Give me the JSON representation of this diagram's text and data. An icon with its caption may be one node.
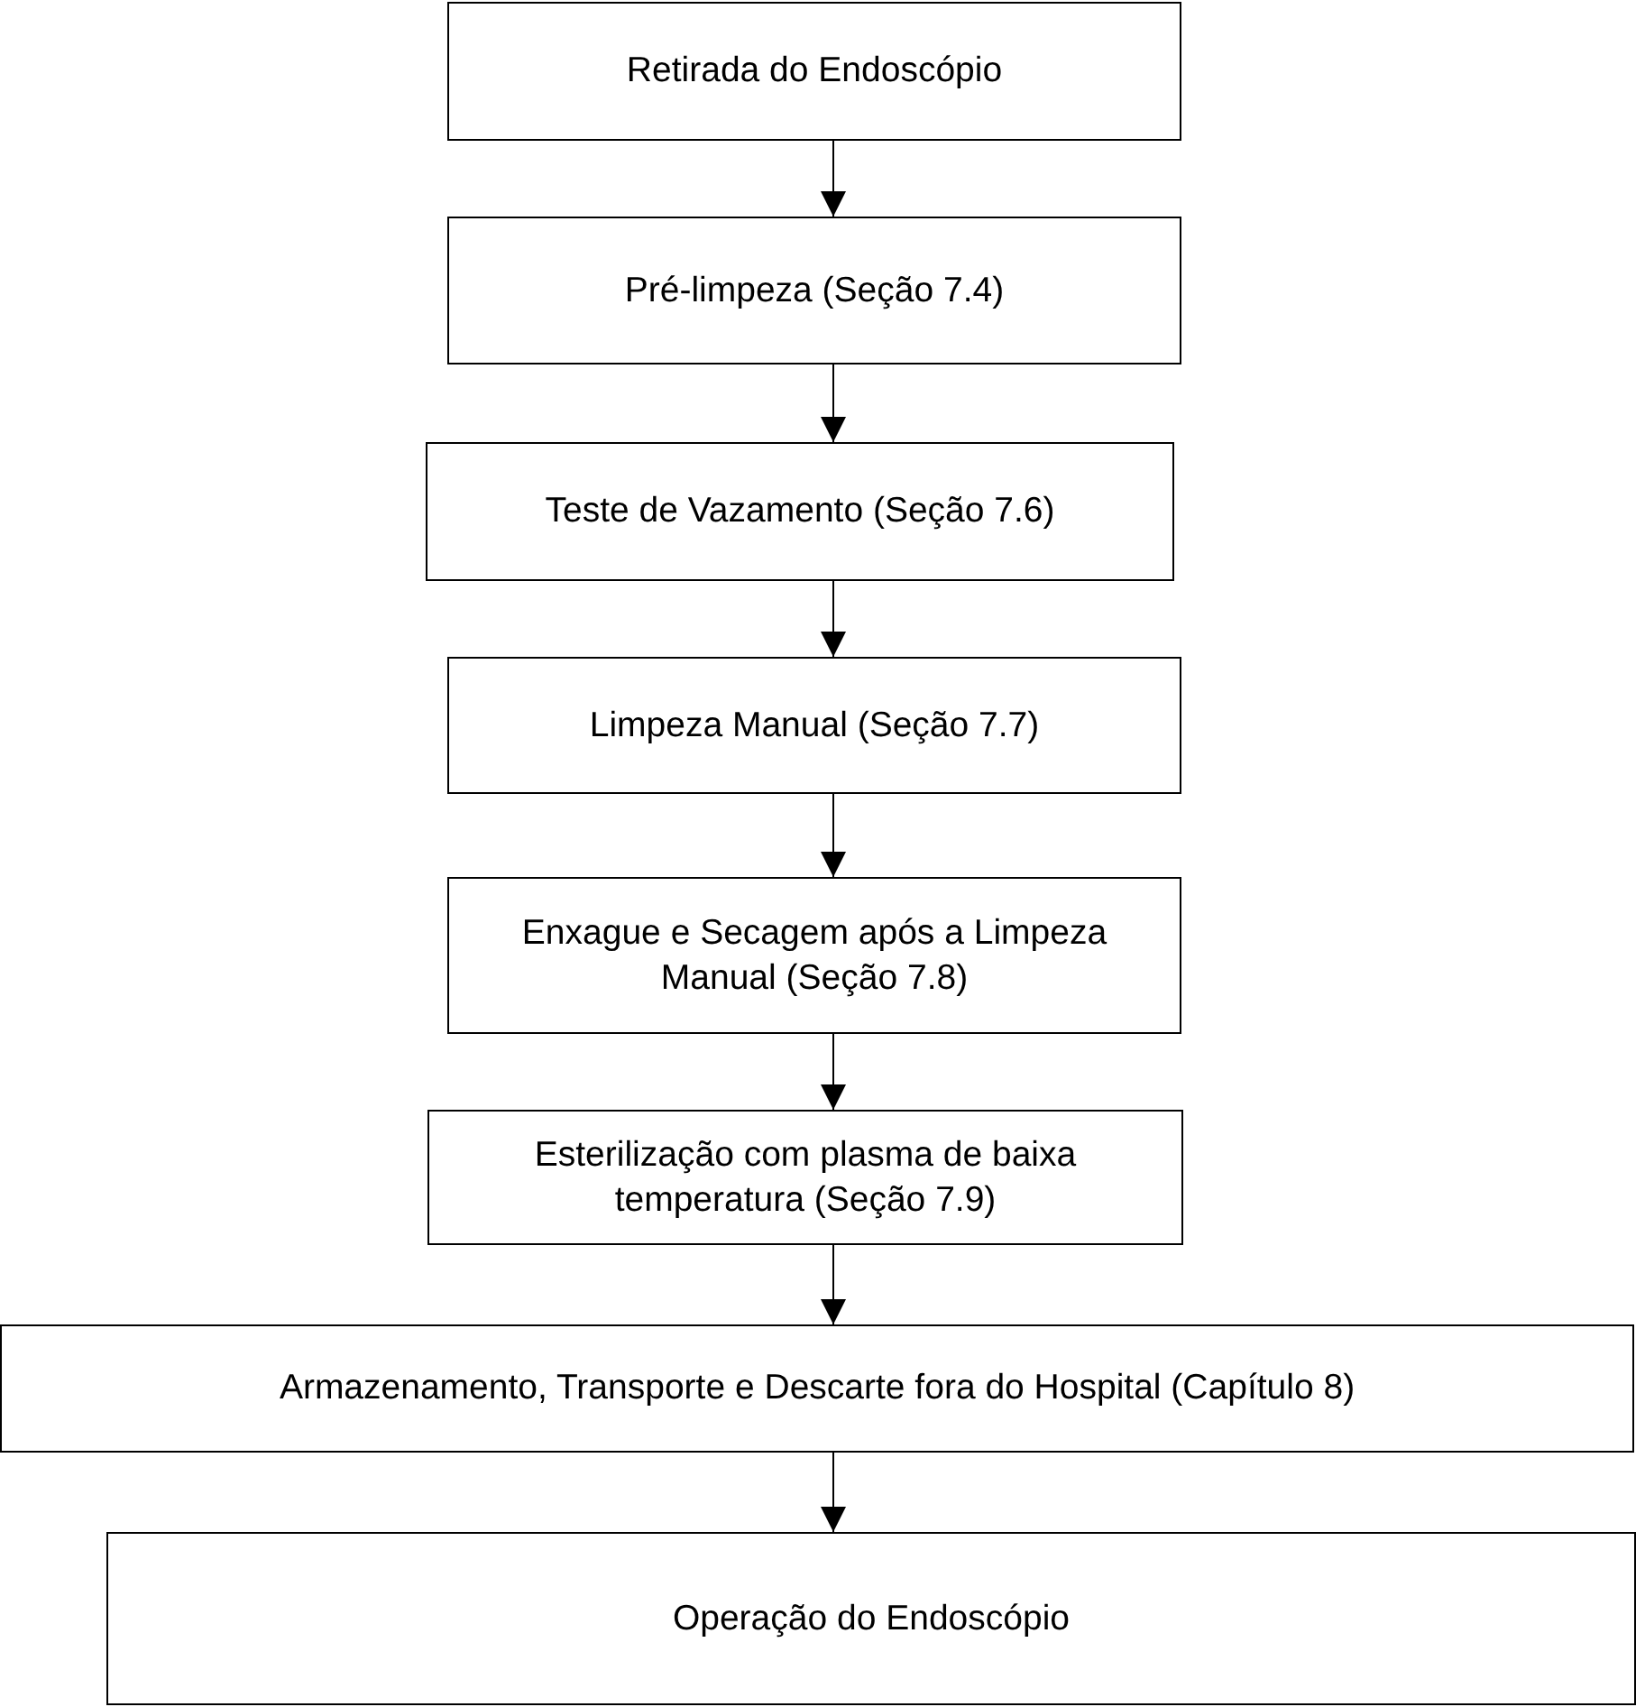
{
  "diagram": {
    "nodes": [
      {
        "text": [
          "Retirada do Endoscópio"
        ]
      },
      {
        "text": [
          "Pré-limpeza (Seção 7.4)"
        ]
      },
      {
        "text": [
          "Teste de Vazamento (Seção 7.6)"
        ]
      },
      {
        "text": [
          "Limpeza Manual (Seção 7.7)"
        ]
      },
      {
        "text": [
          "Enxague e Secagem após a Limpeza Manual (Seção 7.8)"
        ]
      },
      {
        "text": [
          "Esterilização com plasma de baixa temperatura (Seção 7.9)"
        ]
      },
      {
        "text": [
          "Armazenamento, Transporte e Descarte fora do Hospital (Capítulo 8)"
        ]
      },
      {
        "text": [
          "Operação do Endoscópio"
        ]
      }
    ],
    "edges": [
      {
        "from": 0,
        "to": 1,
        "arrow": "to"
      },
      {
        "from": 1,
        "to": 2,
        "arrow": "to"
      },
      {
        "from": 2,
        "to": 3,
        "arrow": "to"
      },
      {
        "from": 3,
        "to": 4,
        "arrow": "to"
      },
      {
        "from": 4,
        "to": 5,
        "arrow": "to"
      },
      {
        "from": 5,
        "to": 6,
        "arrow": "to"
      },
      {
        "from": 6,
        "to": 7,
        "arrow": "to"
      }
    ]
  }
}
